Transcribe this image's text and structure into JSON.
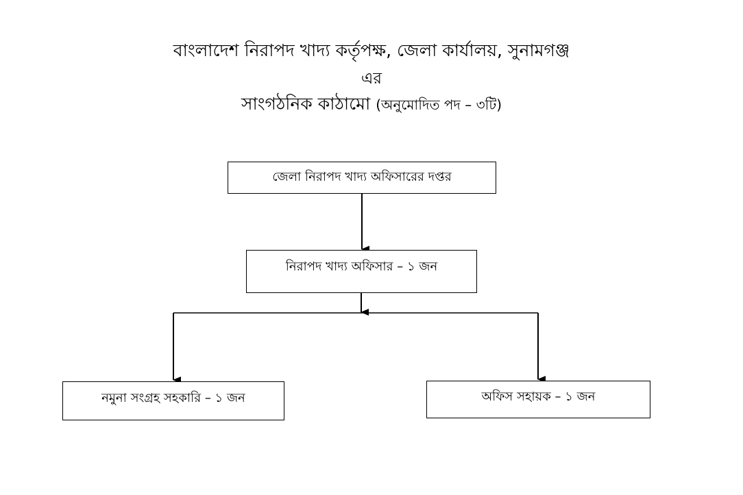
{
  "title": {
    "line1": "বাংলাদেশ নিরাপদ খাদ্য কর্তৃপক্ষ, জেলা কার্যালয়, সুনামগঞ্জ",
    "line2": "এর",
    "line3_main": "সাংগঠনিক কাঠামো",
    "line3_sub": "(অনুমোদিত পদ – ৩টি)"
  },
  "nodes": {
    "office": "জেলা নিরাপদ খাদ্য অফিসারের দপ্তর",
    "officer": "নিরাপদ খাদ্য অফিসার – ১ জন",
    "sample_assistant": "নমুনা সংগ্রহ সহকারি – ১ জন",
    "office_assistant": "অফিস সহায়ক – ১ জন"
  }
}
